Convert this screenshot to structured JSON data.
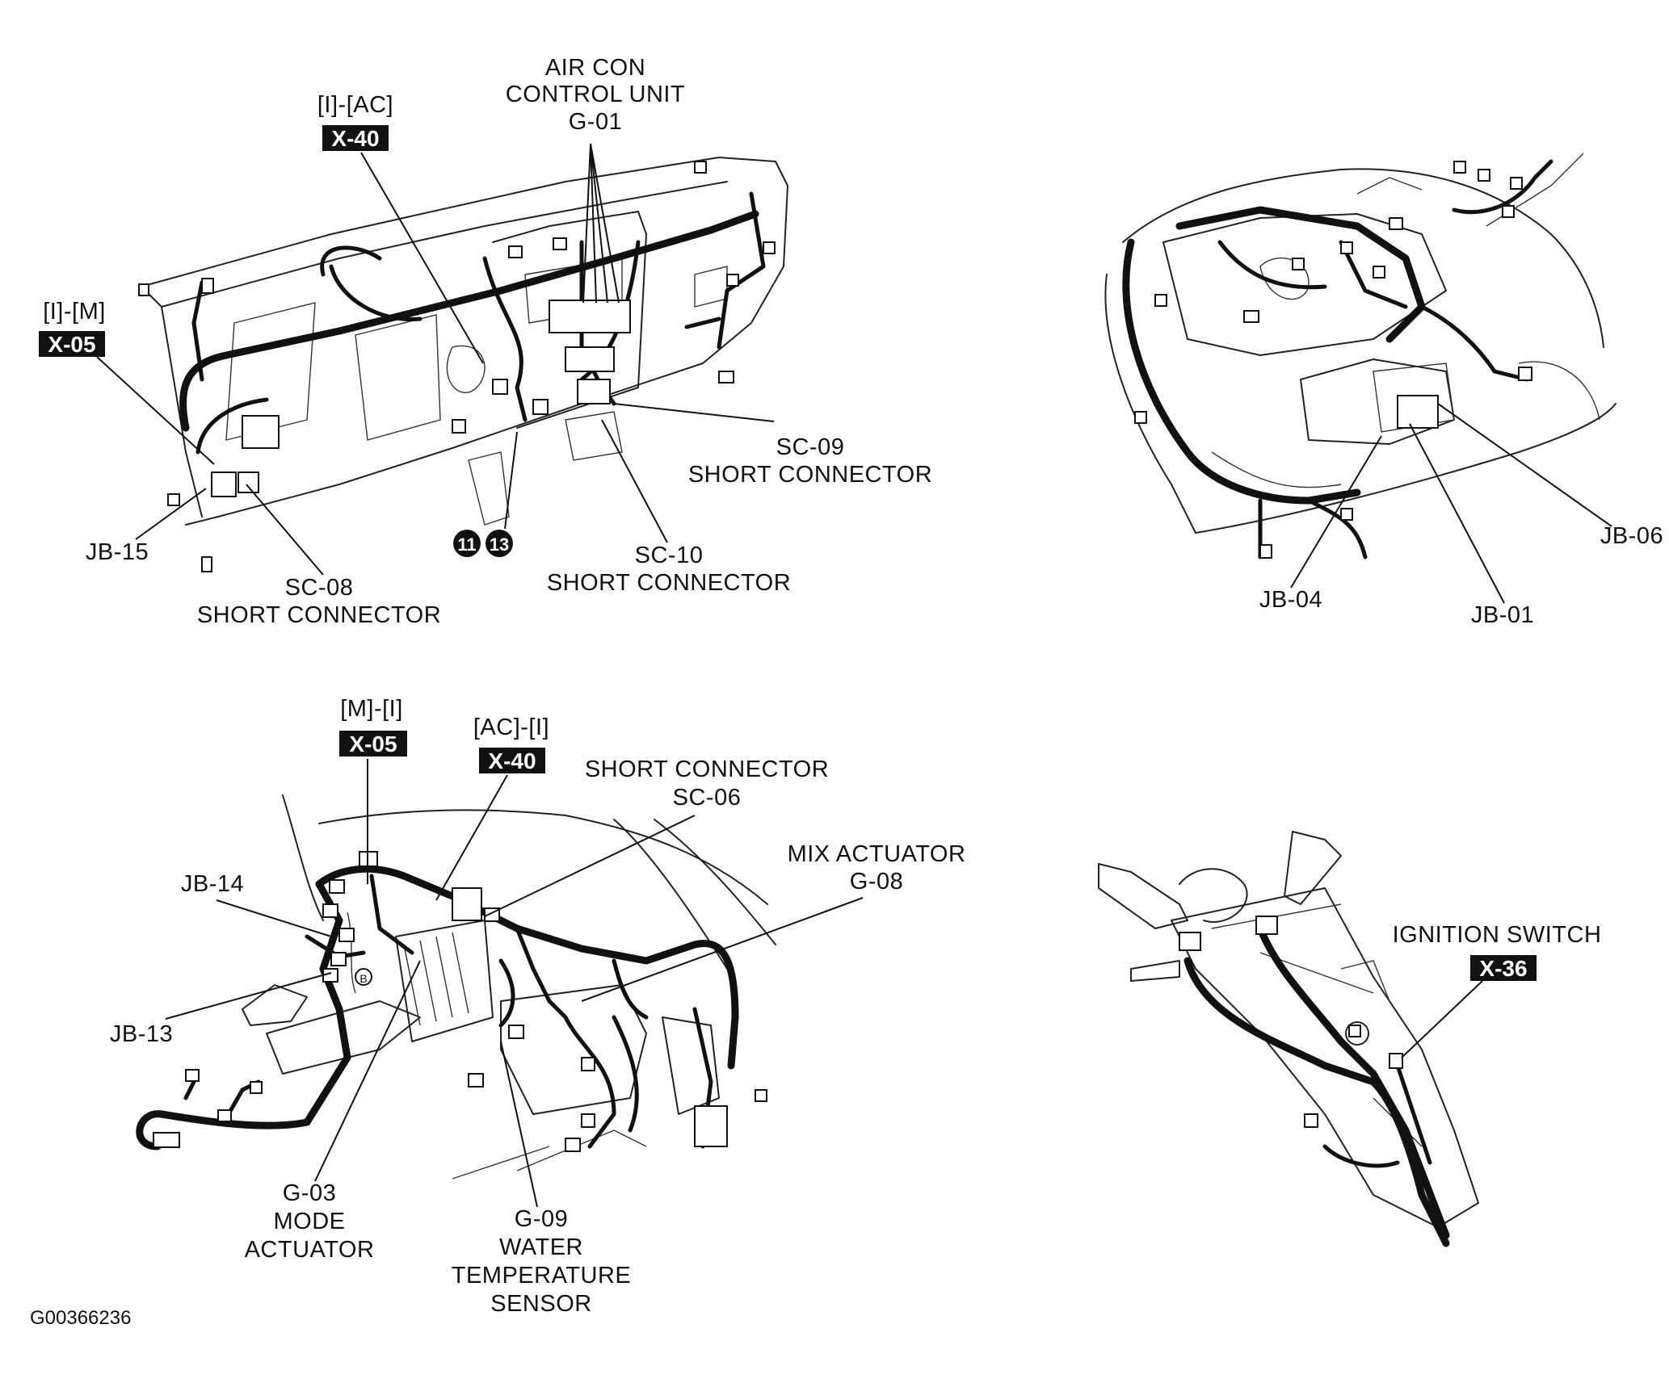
{
  "figure_id": "G00366236",
  "dashboard_view": {
    "air_con_line1": "AIR CON",
    "air_con_line2": "CONTROL UNIT",
    "air_con_code": "G-01",
    "i_ac_label": "[I]-[AC]",
    "i_ac_code": "X-40",
    "i_m_label": "[I]-[M]",
    "i_m_code": "X-05",
    "sc09_code": "SC-09",
    "sc09_text": "SHORT CONNECTOR",
    "sc10_code": "SC-10",
    "sc10_text": "SHORT CONNECTOR",
    "sc08_code": "SC-08",
    "sc08_text": "SHORT CONNECTOR",
    "jb15": "JB-15",
    "badge_a": "11",
    "badge_b": "13"
  },
  "engine_view": {
    "jb06": "JB-06",
    "jb04": "JB-04",
    "jb01": "JB-01"
  },
  "console_view": {
    "m_i_label": "[M]-[I]",
    "m_i_code": "X-05",
    "ac_i_label": "[AC]-[I]",
    "ac_i_code": "X-40",
    "sc06_text": "SHORT CONNECTOR",
    "sc06_code": "SC-06",
    "mix_text": "MIX ACTUATOR",
    "mix_code": "G-08",
    "jb14": "JB-14",
    "jb13": "JB-13",
    "g03_code": "G-03",
    "g03_line1": "MODE",
    "g03_line2": "ACTUATOR",
    "g09_code": "G-09",
    "g09_line1": "WATER",
    "g09_line2": "TEMPERATURE",
    "g09_line3": "SENSOR"
  },
  "column_view": {
    "ign_text": "IGNITION SWITCH",
    "ign_code": "X-36"
  }
}
